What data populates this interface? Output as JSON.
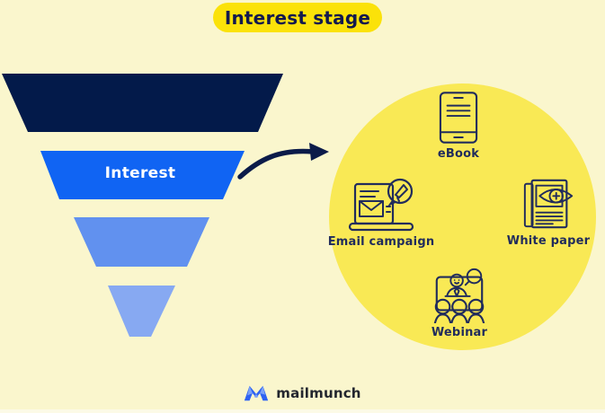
{
  "page": {
    "background_color": "#faf6cd"
  },
  "header": {
    "title": "Interest stage",
    "badge_color": "#fbe209",
    "title_color": "#12194e"
  },
  "funnel": {
    "stages": [
      {
        "color": "#031a4a"
      },
      {
        "color": "#1064f3",
        "label": "Interest",
        "label_color": "#ffffff"
      },
      {
        "color": "#6191ef"
      },
      {
        "color": "#87a9f2"
      }
    ]
  },
  "arrow": {
    "color": "#0b1b49"
  },
  "tactics": {
    "circle_color": "#f9e955",
    "icon_stroke_color": "#212c5c",
    "label_color": "#212c5c",
    "items": [
      {
        "label": "eBook",
        "icon": "tablet-icon"
      },
      {
        "label": "Email campaign",
        "icon": "laptop-announcement-icon"
      },
      {
        "label": "White paper",
        "icon": "document-eye-icon"
      },
      {
        "label": "Webinar",
        "icon": "presenter-audience-icon"
      }
    ]
  },
  "footer": {
    "brand_name": "mailmunch",
    "logo_color_primary": "#2e62f2",
    "logo_color_light": "#7aa2f8",
    "text_color": "#23262e"
  }
}
